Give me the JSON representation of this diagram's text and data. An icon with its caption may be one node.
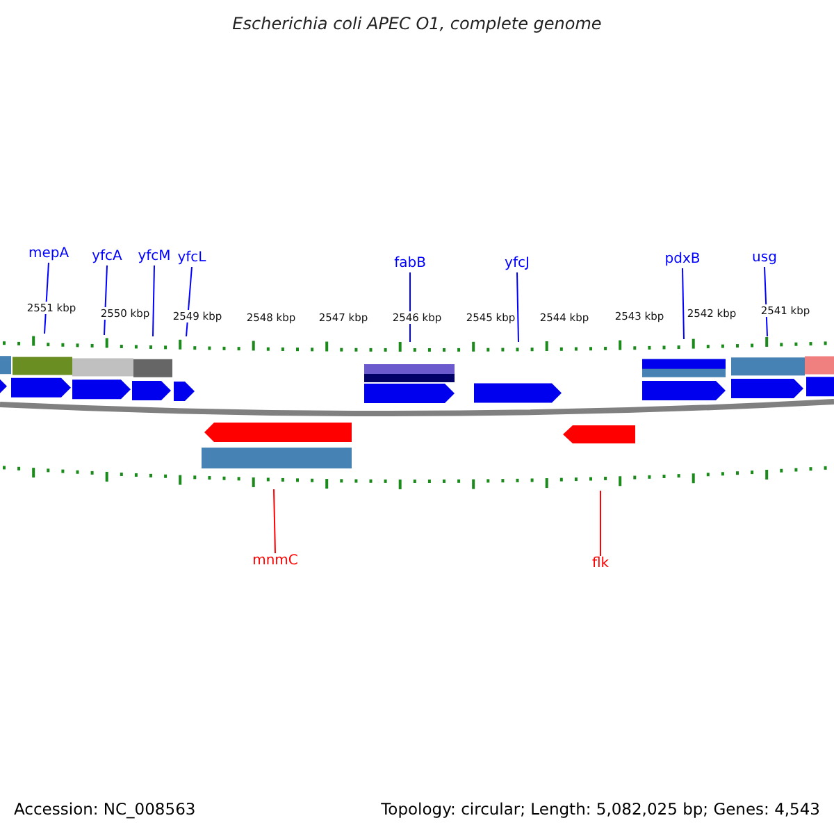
{
  "diagram": {
    "title": "Escherichia coli APEC O1, complete genome",
    "nodes": [
      {
        "text": [
          "mepA"
        ]
      },
      {
        "text": [
          "yfcA"
        ]
      },
      {
        "text": [
          "yfcM"
        ]
      },
      {
        "text": [
          "yfcL"
        ]
      },
      {
        "text": [
          "fabB"
        ]
      },
      {
        "text": [
          "yfcJ"
        ]
      },
      {
        "text": [
          "pdxB"
        ]
      },
      {
        "text": [
          "usg"
        ]
      },
      {
        "text": [
          "mnmC"
        ]
      },
      {
        "text": [
          "flk"
        ]
      }
    ],
    "edges": [
      {
        "from": 0,
        "to": null,
        "arrow": "none"
      },
      {
        "from": 1,
        "to": null,
        "arrow": "none"
      },
      {
        "from": 2,
        "to": null,
        "arrow": "none"
      },
      {
        "from": 3,
        "to": null,
        "arrow": "none"
      },
      {
        "from": 4,
        "to": null,
        "arrow": "none"
      },
      {
        "from": 5,
        "to": null,
        "arrow": "none"
      },
      {
        "from": 6,
        "to": null,
        "arrow": "none"
      },
      {
        "from": 7,
        "to": null,
        "arrow": "none"
      },
      {
        "from": 8,
        "to": null,
        "arrow": "none",
        "color": "#ff0000"
      },
      {
        "from": 9,
        "to": null,
        "arrow": "none",
        "color": "#ff0000"
      }
    ],
    "labels": [
      "2551 kbp",
      "2550 kbp",
      "2549 kbp",
      "2548 kbp",
      "2547 kbp",
      "2546 kbp",
      "2545 kbp",
      "2544 kbp",
      "2543 kbp",
      "2542 kbp",
      "2541 kbp",
      "Accession: NC_008563",
      "Topology: circular; Length: 5,082,025 bp; Genes: 4,543"
    ]
  }
}
